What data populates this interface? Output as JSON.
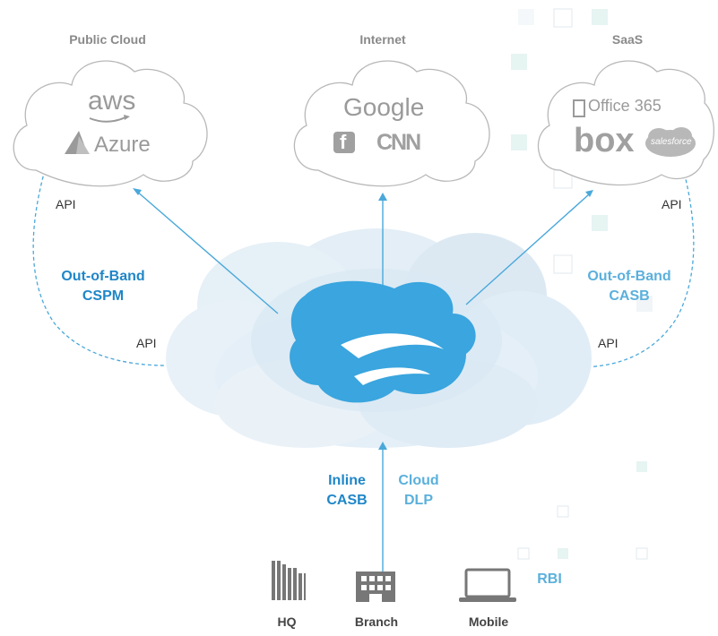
{
  "clouds": {
    "public_cloud": {
      "title": "Public Cloud",
      "aws": "aws",
      "azure": "Azure"
    },
    "internet": {
      "title": "Internet",
      "google": "Google",
      "facebook": "f",
      "cnn": "CNN"
    },
    "saas": {
      "title": "SaaS",
      "office": "Office 365",
      "box": "box",
      "salesforce": "salesforce"
    }
  },
  "api_labels": {
    "left_top": "API",
    "left_bottom": "API",
    "right_top": "API",
    "right_bottom": "API"
  },
  "out_of_band_left": {
    "line1": "Out-of-Band",
    "line2": "CSPM"
  },
  "out_of_band_right": {
    "line1": "Out-of-Band",
    "line2": "CASB"
  },
  "inline_casb": {
    "line1": "Inline",
    "line2": "CASB"
  },
  "cloud_dlp": {
    "line1": "Cloud",
    "line2": "DLP"
  },
  "rbi": "RBI",
  "locations": {
    "hq": "HQ",
    "branch": "Branch",
    "mobile": "Mobile"
  },
  "colors": {
    "dark_blue": "#1f86c8",
    "light_blue": "#5bb0dc",
    "arrow": "#4aa8da",
    "cloud_gray": "#b8b8b8"
  }
}
